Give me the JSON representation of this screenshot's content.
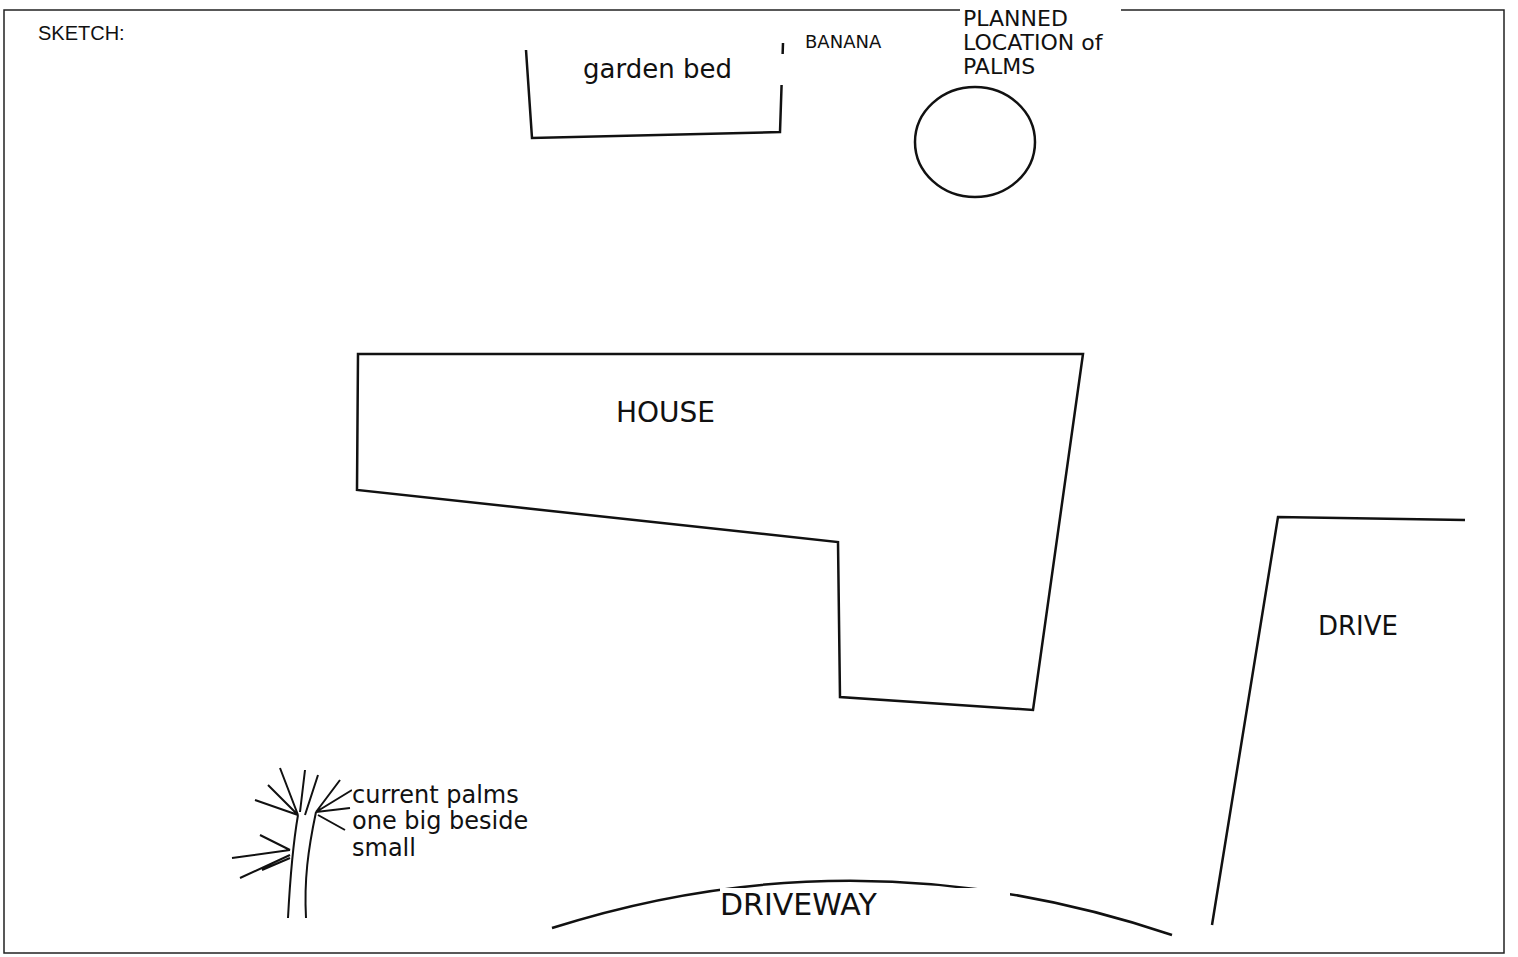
{
  "diagram": {
    "nodes": [
      {
        "text": [
          "garden bed"
        ]
      },
      {
        "text": [
          "PLANNED LOCATION of PALMS"
        ]
      },
      {
        "text": [
          "HOUSE"
        ]
      }
    ],
    "labels": [
      "SKETCH:",
      "BANANA",
      "DRIVE",
      "DRIVEWAY",
      "current palms one big beside small"
    ]
  }
}
